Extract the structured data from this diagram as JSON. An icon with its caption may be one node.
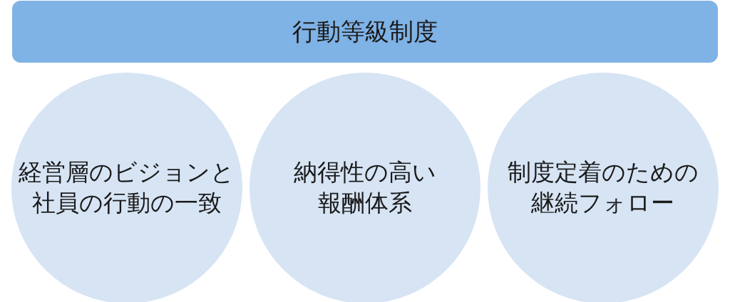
{
  "diagram": {
    "nodes": [
      {
        "text": [
          "行動等級制度"
        ]
      },
      {
        "text": [
          "経営層のビジョンと社員の行動の一致"
        ]
      },
      {
        "text": [
          "納得性の高い報酬体系"
        ]
      },
      {
        "text": [
          "制度定着のための継続フォロー"
        ]
      }
    ]
  }
}
